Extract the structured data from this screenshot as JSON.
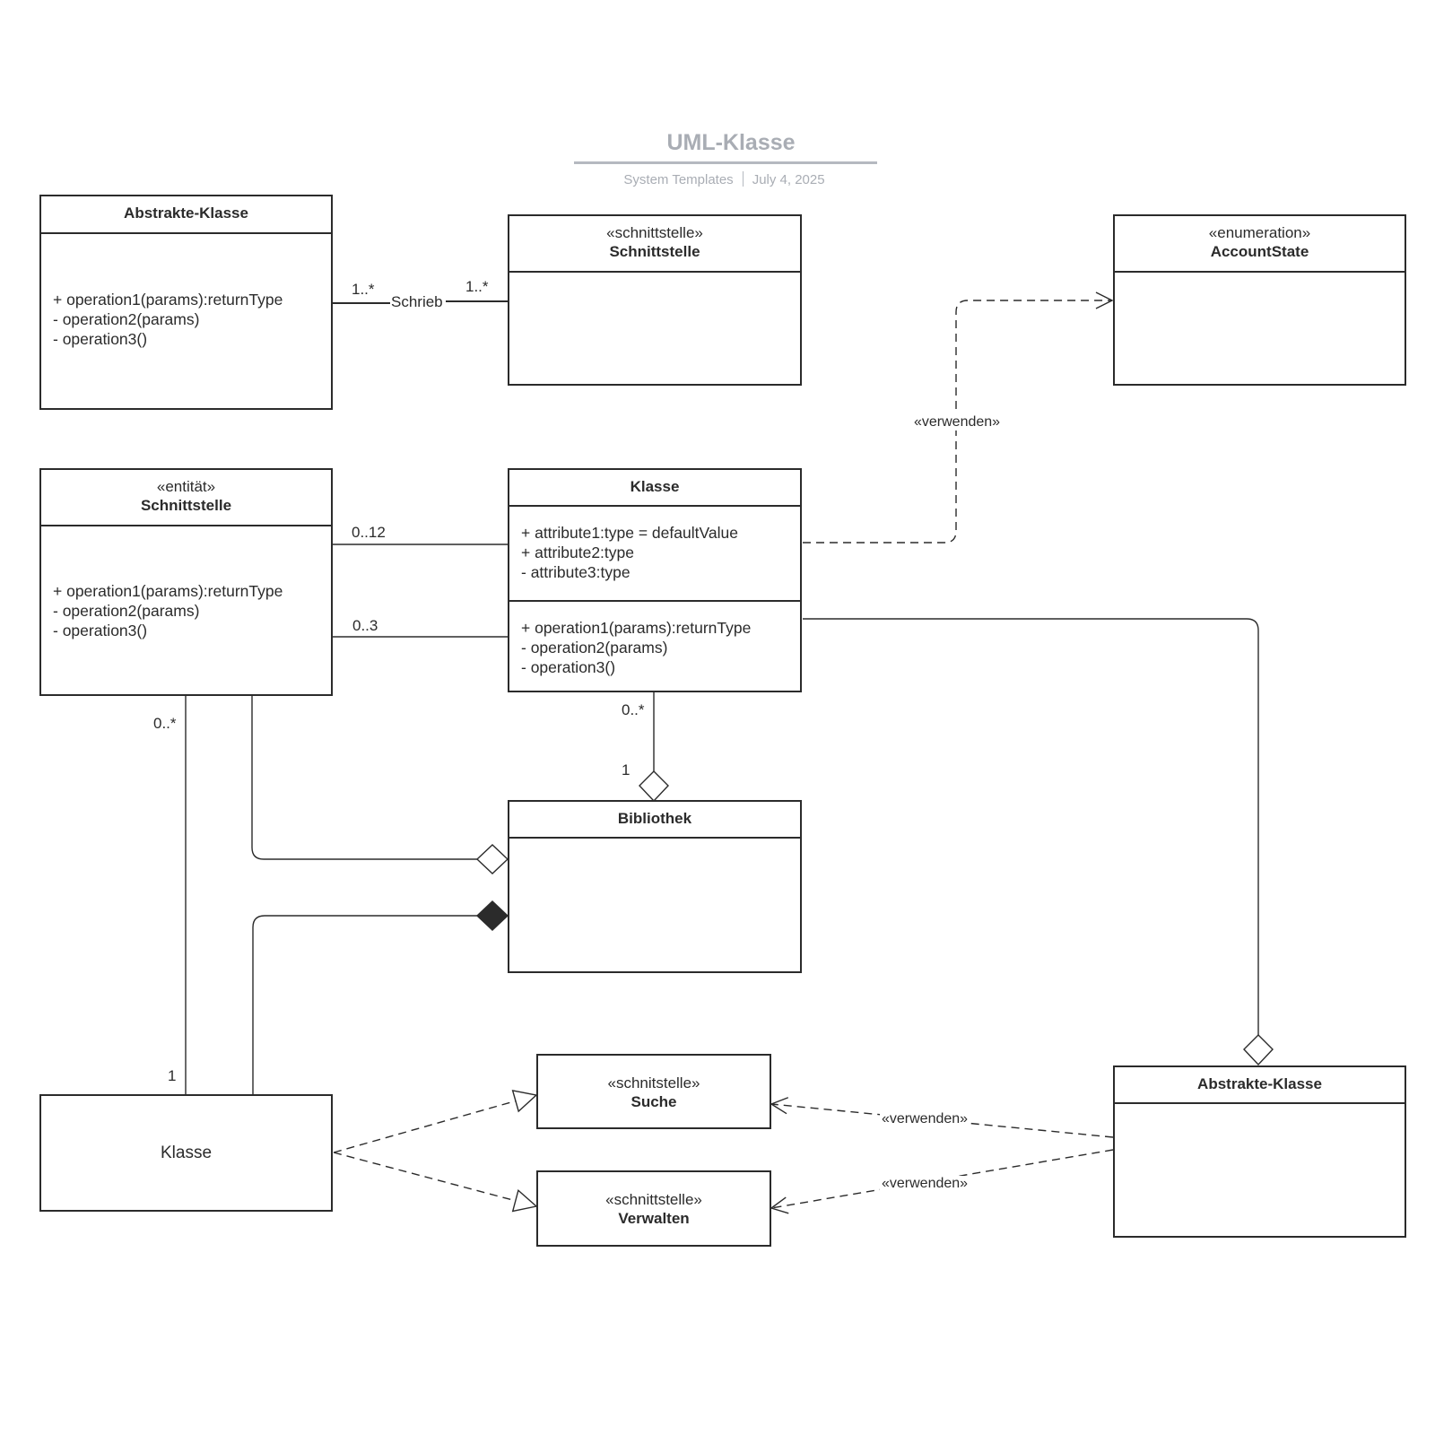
{
  "header": {
    "title": "UML-Klasse",
    "source": "System Templates",
    "date": "July 4, 2025"
  },
  "classes": {
    "abstract_top": {
      "name": "Abstrakte-Klasse",
      "operations": [
        "+ operation1(params):returnType",
        "- operation2(params)",
        "- operation3()"
      ]
    },
    "interface_top": {
      "stereotype": "«schnittstelle»",
      "name": "Schnittstelle"
    },
    "enum_state": {
      "stereotype": "«enumeration»",
      "name": "AccountState"
    },
    "entity": {
      "stereotype": "«entität»",
      "name": "Schnittstelle",
      "operations": [
        "+ operation1(params):returnType",
        "- operation2(params)",
        "- operation3()"
      ]
    },
    "klasse_main": {
      "name": "Klasse",
      "attributes": [
        "+ attribute1:type = defaultValue",
        "+ attribute2:type",
        "- attribute3:type"
      ],
      "operations": [
        "+ operation1(params):returnType",
        "- operation2(params)",
        "- operation3()"
      ]
    },
    "bibliothek": {
      "name": "Bibliothek"
    },
    "klasse_bottom": {
      "name": "Klasse"
    },
    "suche": {
      "stereotype": "«schnitstelle»",
      "name": "Suche"
    },
    "verwalten": {
      "stereotype": "«schnittstelle»",
      "name": "Verwalten"
    },
    "abstract_bottom": {
      "name": "Abstrakte-Klasse"
    }
  },
  "relationships": {
    "schrieb": {
      "label": "Schrieb",
      "mult_left": "1..*",
      "mult_right": "1..*"
    },
    "uses_enum": {
      "label": "«verwenden»"
    },
    "entity_klasse_upper": {
      "mult": "0..12"
    },
    "entity_klasse_lower": {
      "mult": "0..3"
    },
    "entity_klasse_bottom": {
      "mult_top": "0..*",
      "mult_bottom": "1"
    },
    "klasse_bibliothek": {
      "mult_top": "0..*",
      "mult_bottom": "1"
    },
    "uses_suche": {
      "label": "«verwenden»"
    },
    "uses_verwalten": {
      "label": "«verwenden»"
    }
  },
  "colors": {
    "line": "#2b2b2b",
    "title": "#a9adb4",
    "background": "#ffffff"
  }
}
